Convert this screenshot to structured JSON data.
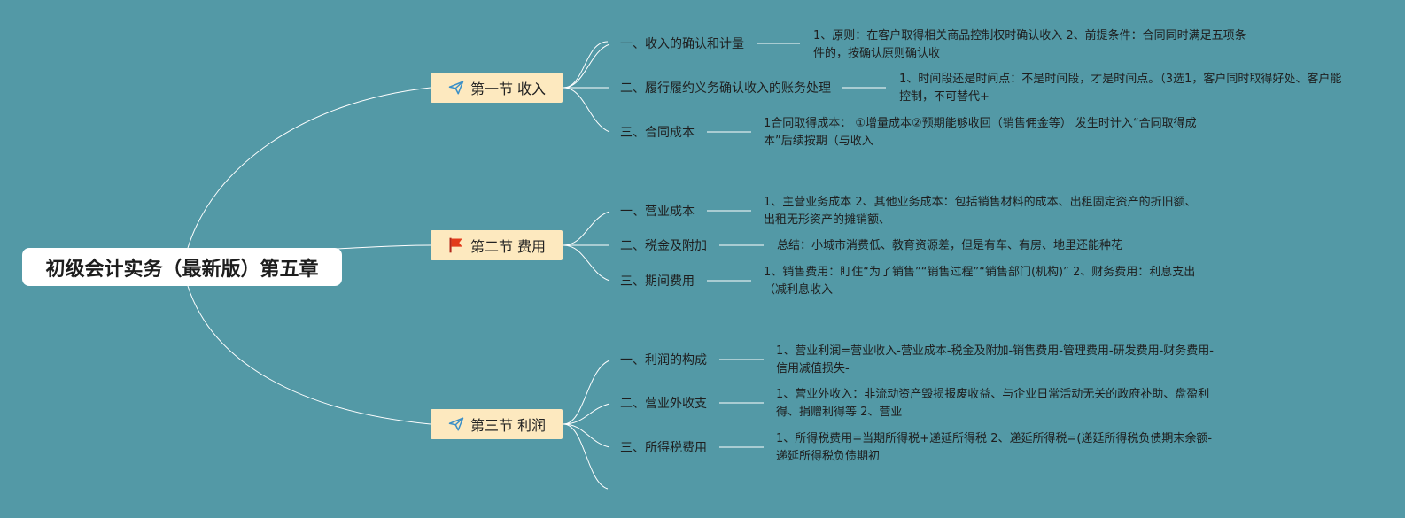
{
  "root": {
    "title": "初级会计实务（最新版）第五章"
  },
  "sections": [
    {
      "label": "第一节 收入",
      "icon": "paper-plane-icon",
      "items": [
        {
          "label": "一、收入的确认和计量",
          "note": "1、原则：在客户取得相关商品控制权时确认收入 2、前提条件：合同同时满足五项条件的，按确认原则确认收"
        },
        {
          "label": "二、履行履约义务确认收入的账务处理",
          "note": "1、时间段还是时间点：不是时间段，才是时间点。（3选1，客户同时取得好处、客户能控制，不可替代+"
        },
        {
          "label": "三、合同成本",
          "note": "1合同取得成本： ①增量成本②预期能够收回（销售佣金等） 发生时计入“合同取得成本”后续按期（与收入"
        }
      ]
    },
    {
      "label": "第二节 费用",
      "icon": "red-flag-icon",
      "items": [
        {
          "label": "一、营业成本",
          "note": "1、主营业务成本 2、其他业务成本：包括销售材料的成本、出租固定资产的折旧额、出租无形资产的摊销额、"
        },
        {
          "label": "二、税金及附加",
          "note": "总结：小城市消费低、教育资源差，但是有车、有房、地里还能种花"
        },
        {
          "label": "三、期间费用",
          "note": "1、销售费用：盯住“为了销售”“销售过程”“销售部门(机构)” 2、财务费用：利息支出 （减利息收入"
        }
      ]
    },
    {
      "label": "第三节 利润",
      "icon": "paper-plane-icon",
      "items": [
        {
          "label": "一、利润的构成",
          "note": "1、营业利润=营业收入-营业成本-税金及附加-销售费用-管理费用-研发费用-财务费用-信用减值损失-"
        },
        {
          "label": "二、营业外收支",
          "note": "1、营业外收入：非流动资产毁损报废收益、与企业日常活动无关的政府补助、盘盈利得、捐赠利得等 2、营业"
        },
        {
          "label": "三、所得税费用",
          "note": "1、所得税费用=当期所得税+递延所得税 2、递延所得税=(递延所得税负债期末余额-递延所得税负债期初"
        }
      ]
    }
  ],
  "colors": {
    "background": "#5399a6",
    "line": "#ffffff",
    "section_fill": "#fde9bf",
    "root_fill": "#ffffff",
    "plane_icon": "#3a8fc7",
    "flag_icon": "#e23b1b"
  }
}
